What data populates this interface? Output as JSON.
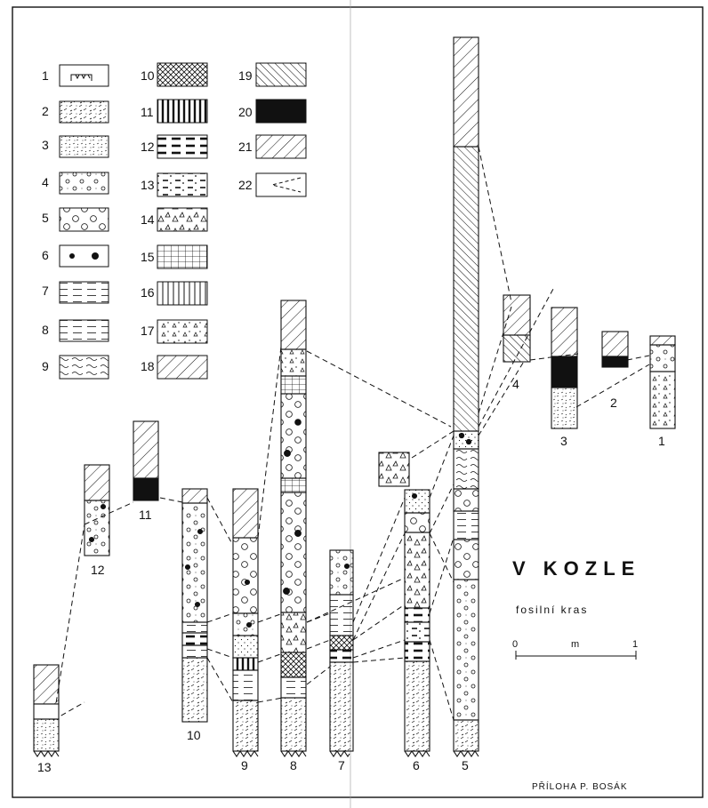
{
  "title": "V KOZLE",
  "subtitle": "fosilní kras",
  "scale": {
    "zero": "0",
    "unit": "m",
    "one": "1"
  },
  "signature": "PŘÍLOHA P. BOSÁK",
  "legend": [
    "1",
    "2",
    "3",
    "4",
    "5",
    "6",
    "7",
    "8",
    "9",
    "10",
    "11",
    "12",
    "13",
    "14",
    "15",
    "16",
    "17",
    "18",
    "19",
    "20",
    "21",
    "22"
  ],
  "profiles": [
    {
      "label": "13"
    },
    {
      "label": "12"
    },
    {
      "label": "11"
    },
    {
      "label": "10"
    },
    {
      "label": "9"
    },
    {
      "label": "8"
    },
    {
      "label": "7"
    },
    {
      "label": "6"
    },
    {
      "label": "5"
    },
    {
      "label": "4"
    },
    {
      "label": "3"
    },
    {
      "label": "2"
    },
    {
      "label": "1"
    }
  ]
}
